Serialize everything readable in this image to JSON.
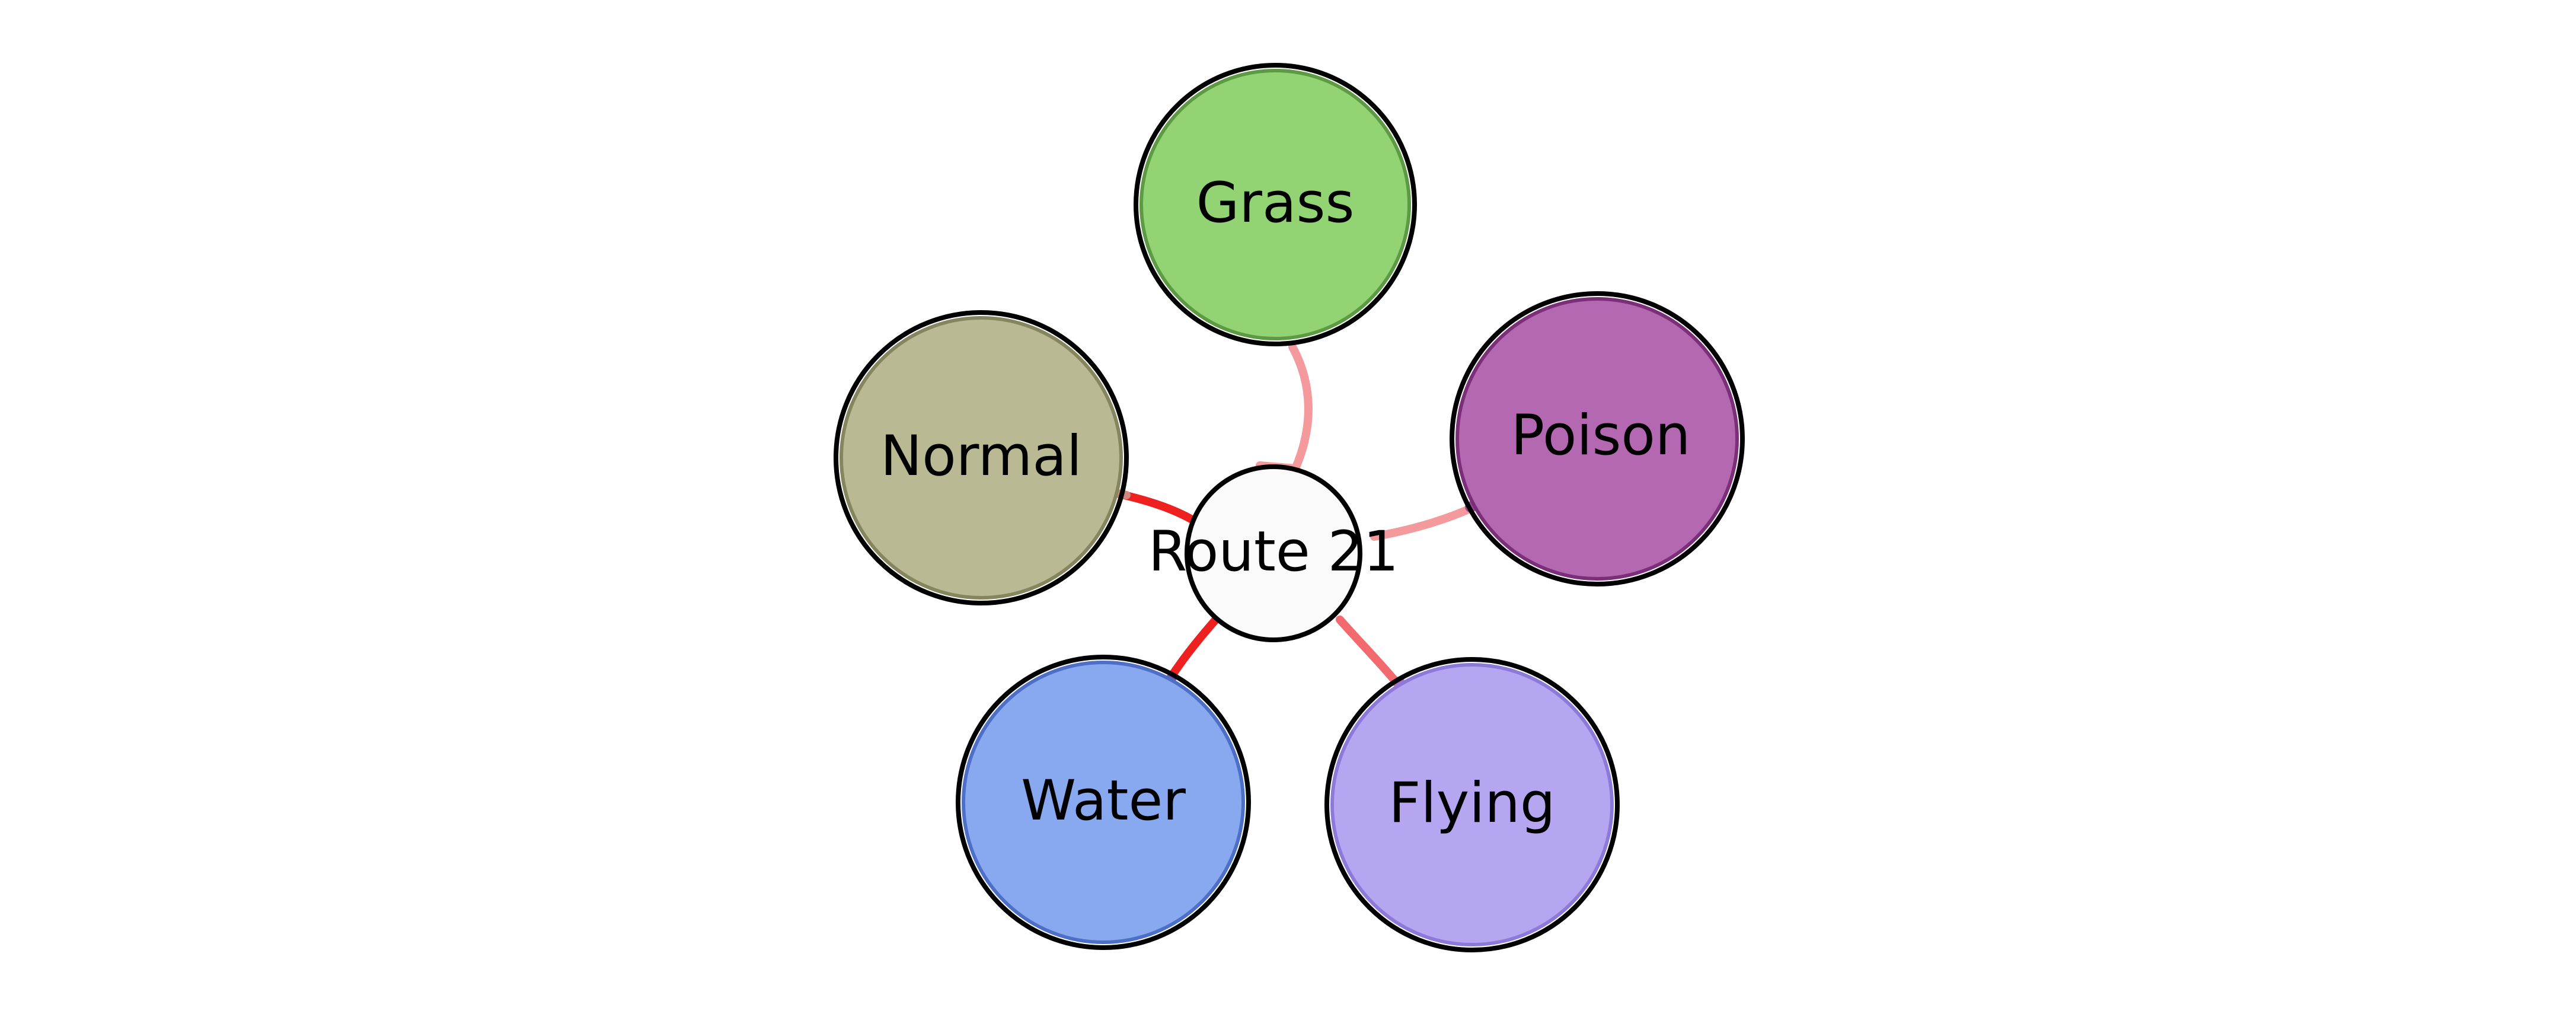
{
  "diagram": {
    "center": {
      "label": "Route 21",
      "fill": "#fafafa",
      "stroke": "#000000"
    },
    "nodes": [
      {
        "id": "grass",
        "label": "Grass",
        "fill": "#92d474",
        "ring": "#5d9a43"
      },
      {
        "id": "poison",
        "label": "Poison",
        "fill": "#b368b1",
        "ring": "#7a2f78"
      },
      {
        "id": "flying",
        "label": "Flying",
        "fill": "#b6a6f1",
        "ring": "#8c79d8"
      },
      {
        "id": "water",
        "label": "Water",
        "fill": "#88a8ef",
        "ring": "#4d6fc6"
      },
      {
        "id": "normal",
        "label": "Normal",
        "fill": "#b9b994",
        "ring": "#85855f"
      }
    ],
    "edges": [
      {
        "to": "grass",
        "color": "#f4999c",
        "tip": "#f4999c"
      },
      {
        "to": "poison",
        "color": "#f4999c",
        "tip": "#a14aa1"
      },
      {
        "to": "flying",
        "color": "#f26a6d",
        "tip": "#b070c8"
      },
      {
        "to": "water",
        "color": "#ee2020",
        "tip": "#7d57b5"
      },
      {
        "to": "normal",
        "color": "#ee2020",
        "tip": "#d4867e"
      }
    ]
  }
}
